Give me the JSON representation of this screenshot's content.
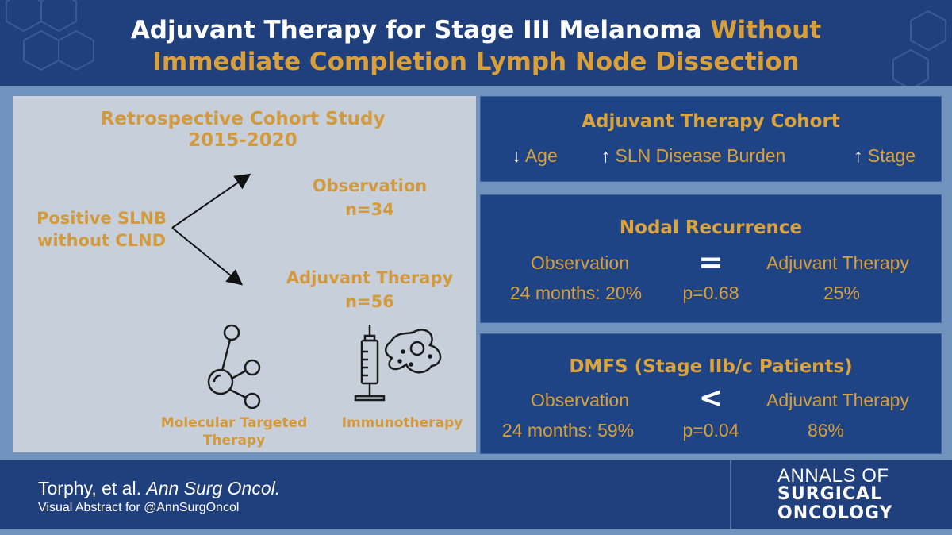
{
  "header": {
    "title_part1": "Adjuvant Therapy for Stage III Melanoma ",
    "title_part2": "Without",
    "title_line2": "Immediate Completion Lymph Node Dissection"
  },
  "left": {
    "study_line1": "Retrospective Cohort Study",
    "study_line2": "2015-2020",
    "source_line1": "Positive SLNB",
    "source_line2": "without CLND",
    "branch1_line1": "Observation",
    "branch1_line2": "n=34",
    "branch2_line1": "Adjuvant Therapy",
    "branch2_line2": "n=56",
    "icon1_line1": "Molecular Targeted",
    "icon1_line2": "Therapy",
    "icon1": "molecule-icon",
    "icon2_label": "Immunotherapy",
    "icon2": "syringe-cell-icon"
  },
  "cohort": {
    "title": "Adjuvant Therapy Cohort",
    "items": [
      {
        "arrow": "↓",
        "label": "Age"
      },
      {
        "arrow": "↑",
        "label": "SLN Disease Burden"
      },
      {
        "arrow": "↑",
        "label": "Stage"
      }
    ]
  },
  "nodal": {
    "title": "Nodal Recurrence",
    "left_label": "Observation",
    "symbol": "=",
    "right_label": "Adjuvant Therapy",
    "left_value": "24 months: 20%",
    "p_value": "p=0.68",
    "right_value": "25%"
  },
  "dmfs": {
    "title": "DMFS (Stage IIb/c Patients)",
    "left_label": "Observation",
    "symbol": "<",
    "right_label": "Adjuvant Therapy",
    "left_value": "24 months: 59%",
    "p_value": "p=0.04",
    "right_value": "86%"
  },
  "footer": {
    "citation_authors": "Torphy, et al. ",
    "citation_journal": "Ann Surg Oncol.",
    "visual_abstract": "Visual Abstract for @AnnSurgOncol",
    "journal_line1": "ANNALS OF",
    "journal_line2": "SURGICAL",
    "journal_line3": "ONCOLOGY"
  },
  "colors": {
    "navy": "#203f7d",
    "box_blue": "#1e4486",
    "gold": "#d9a03a",
    "panel_gray": "#c7d0da"
  }
}
